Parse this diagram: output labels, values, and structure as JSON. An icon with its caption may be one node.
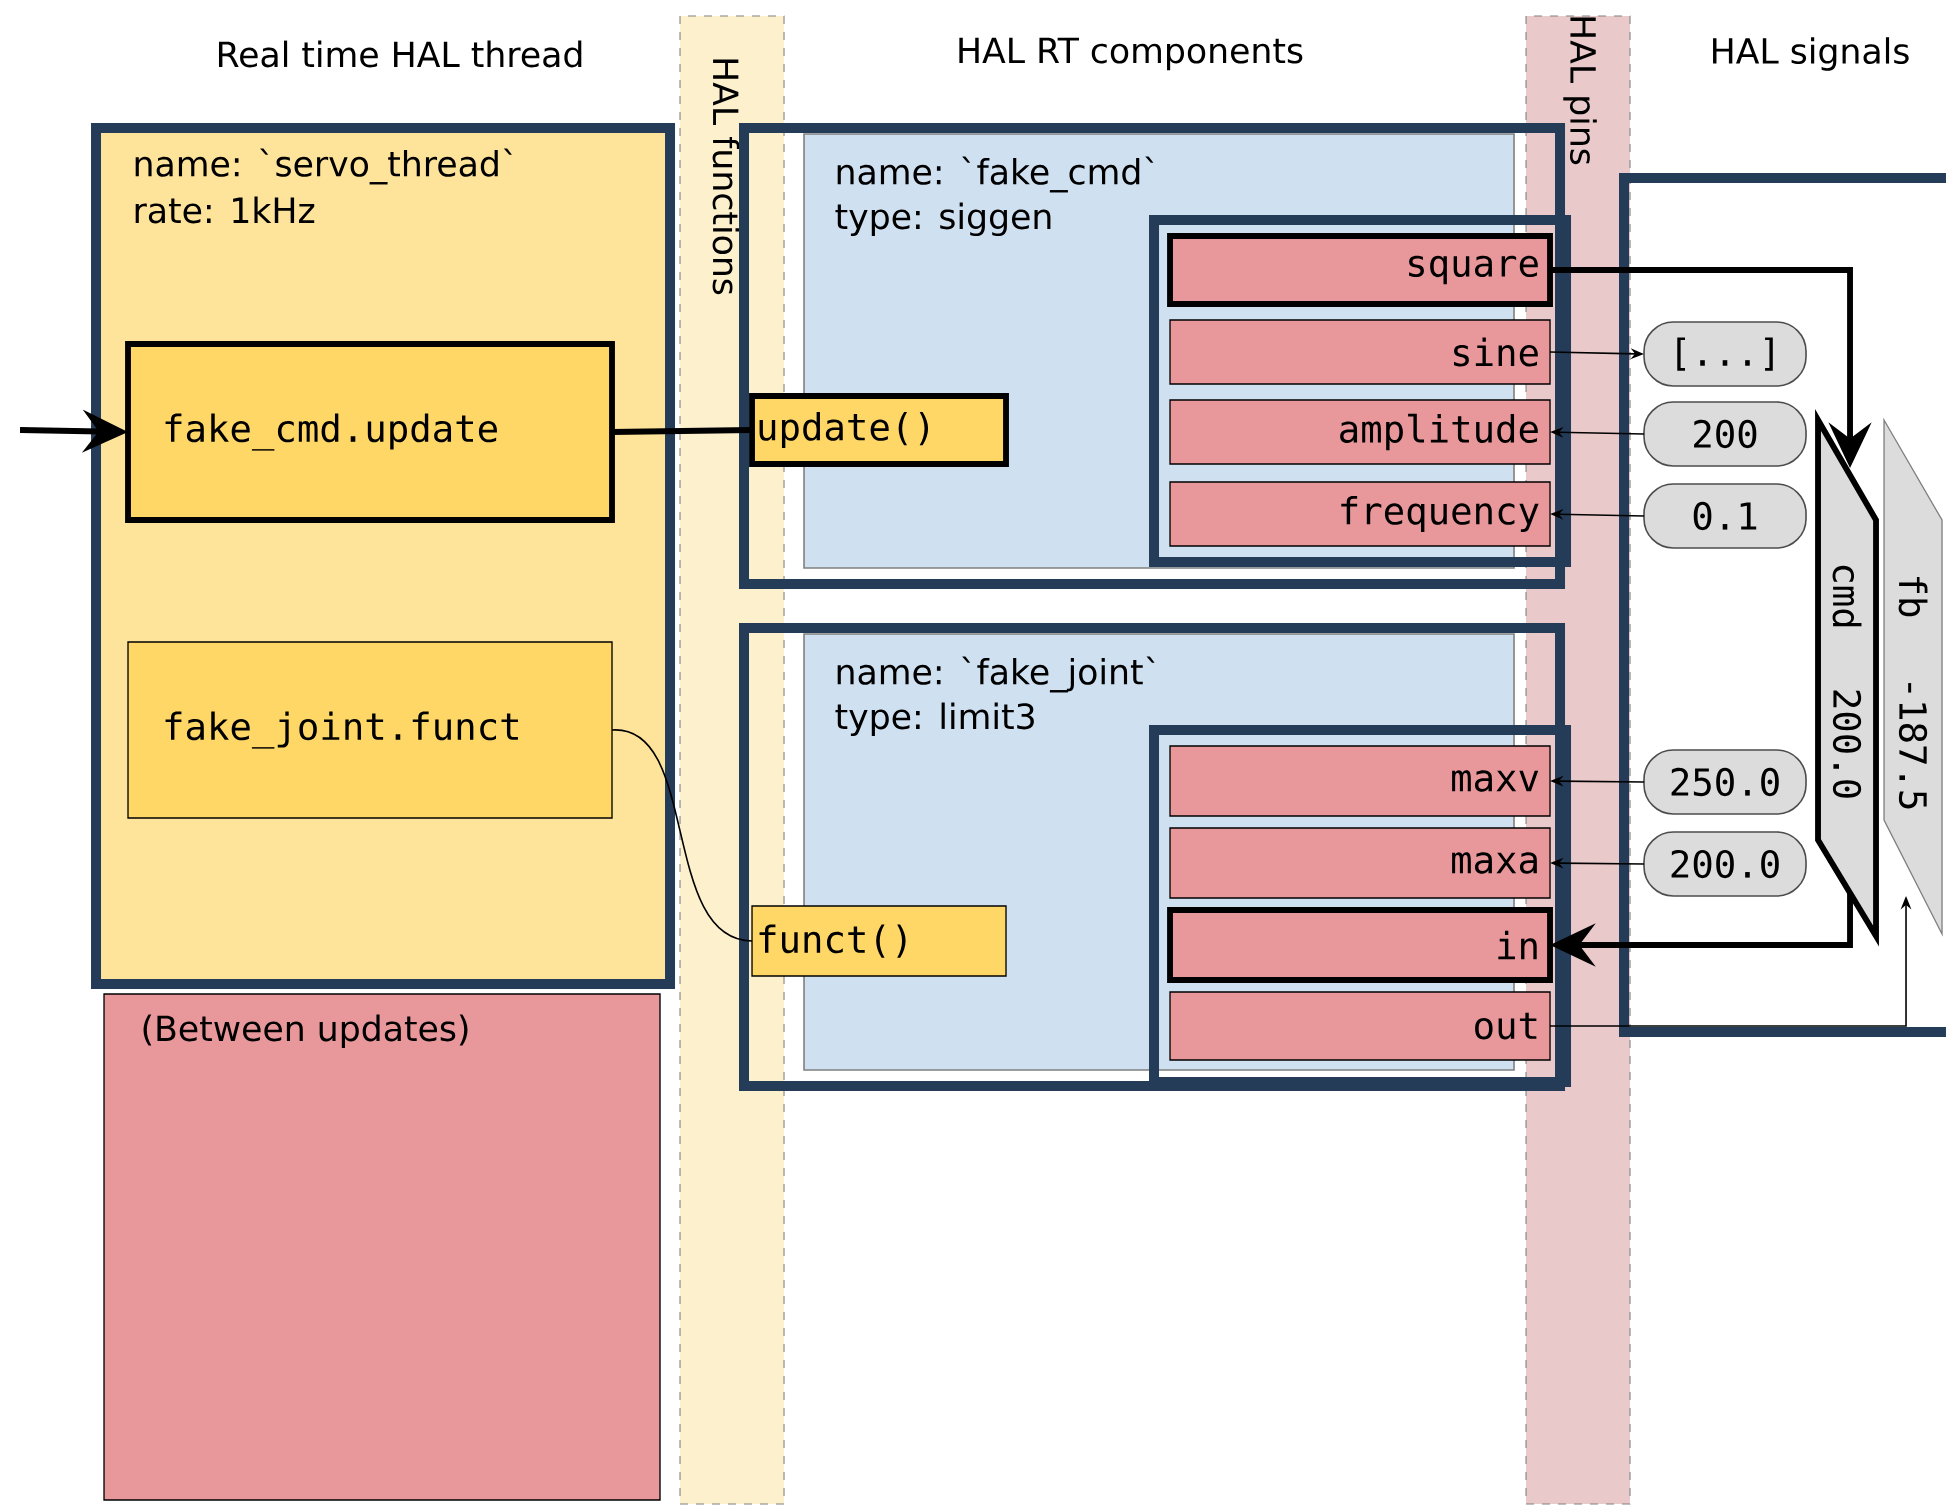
{
  "diagram": {
    "nodes": [
      {
        "text": [
          "name: `servo_thread`",
          "rate: 1kHz"
        ]
      },
      {
        "text": [
          "fake_cmd.update"
        ],
        "in": 0
      },
      {
        "text": [
          "fake_joint.funct"
        ],
        "in": 0
      },
      {
        "text": [
          "(Between updates)"
        ]
      },
      {
        "text": [
          "name: `fake_cmd`",
          "type: siggen"
        ]
      },
      {
        "text": [
          "update()"
        ],
        "in": 4
      },
      {
        "text": [
          "square"
        ],
        "in": 4
      },
      {
        "text": [
          "sine"
        ],
        "in": 4
      },
      {
        "text": [
          "amplitude"
        ],
        "in": 4
      },
      {
        "text": [
          "frequency"
        ],
        "in": 4
      },
      {
        "text": [
          "name: `fake_joint`",
          "type: limit3"
        ]
      },
      {
        "text": [
          "funct()"
        ],
        "in": 10
      },
      {
        "text": [
          "maxv"
        ],
        "in": 10
      },
      {
        "text": [
          "maxa"
        ],
        "in": 10
      },
      {
        "text": [
          "in"
        ],
        "in": 10
      },
      {
        "text": [
          "out"
        ],
        "in": 10
      },
      {
        "text": [
          "[...]"
        ]
      },
      {
        "text": [
          "200"
        ]
      },
      {
        "text": [
          "0.1"
        ]
      },
      {
        "text": [
          "250.0"
        ]
      },
      {
        "text": [
          "200.0"
        ]
      },
      {
        "text": [
          "cmd",
          "200.0"
        ]
      },
      {
        "text": [
          "fb",
          "-187.5"
        ]
      }
    ],
    "edges": [
      {
        "from": null,
        "to": 1,
        "arrow": "to",
        "style": "thick"
      },
      {
        "from": 1,
        "to": 5,
        "arrow": "none",
        "style": "thick"
      },
      {
        "from": 2,
        "to": 11,
        "arrow": "none"
      },
      {
        "from": 6,
        "to": 21,
        "arrow": "to",
        "style": "thick"
      },
      {
        "from": 7,
        "to": 16,
        "arrow": "to"
      },
      {
        "from": 17,
        "to": 8,
        "arrow": "to"
      },
      {
        "from": 18,
        "to": 9,
        "arrow": "to"
      },
      {
        "from": 19,
        "to": 12,
        "arrow": "to"
      },
      {
        "from": 20,
        "to": 13,
        "arrow": "to"
      },
      {
        "from": 21,
        "to": 14,
        "arrow": "to",
        "style": "thick"
      },
      {
        "from": 15,
        "to": 22,
        "arrow": "to"
      }
    ],
    "labels": [
      "Real time HAL thread",
      "HAL functions",
      "HAL RT components",
      "HAL pins",
      "HAL signals"
    ]
  }
}
